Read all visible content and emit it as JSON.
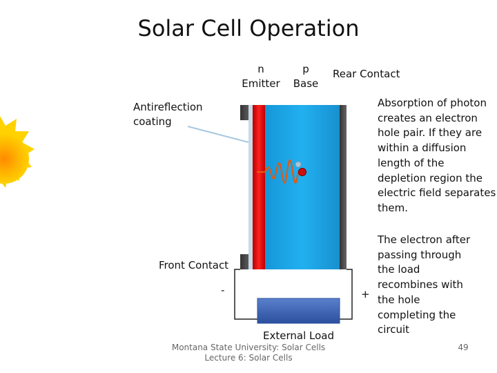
{
  "slide": {
    "title": "Solar Cell Operation",
    "page_number": "49",
    "footer": {
      "line1": "Montana State University: Solar Cells",
      "line2": "Lecture 6: Solar Cells"
    }
  },
  "labels": {
    "n_top": "n",
    "n_bottom": "Emitter",
    "p_top": "p",
    "p_bottom": "Base",
    "rear_contact": "Rear Contact",
    "antireflection_1": "Antireflection",
    "antireflection_2": "coating",
    "front_contact": "Front Contact",
    "minus": "-",
    "plus": "+",
    "external_load": "External Load"
  },
  "notes": {
    "absorption": [
      "Absorption of photon",
      "creates an electron",
      "hole pair. If they are",
      "within a diffusion",
      "length of the",
      "depletion region the",
      "electric field separates",
      "them."
    ],
    "recombination": [
      "The electron after",
      "passing through",
      "the load",
      "recombines with",
      "the hole",
      "completing the",
      "circuit"
    ]
  },
  "colors": {
    "sun": "#f5c400",
    "emitter": "#e01010",
    "base": "#1aa6e8",
    "contact": "#4a4a4a",
    "load": "#3f64b4",
    "photon": "#e05a10",
    "hole": "#cc1010"
  }
}
